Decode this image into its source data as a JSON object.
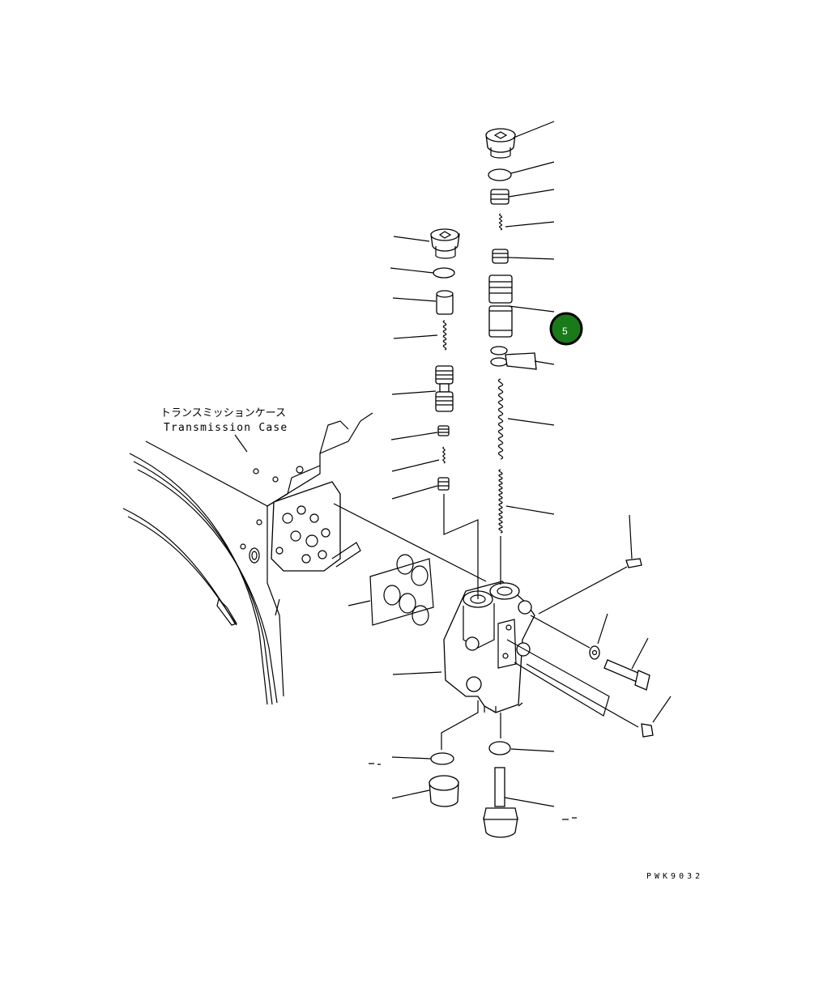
{
  "labels": {
    "case_jp": "トランスミッションケース",
    "case_en": "Transmission Case",
    "drawing_code": "PWK9032"
  },
  "callout": {
    "number": "5",
    "fill_color": "#1a7a1a",
    "ring_color": "#000000"
  }
}
